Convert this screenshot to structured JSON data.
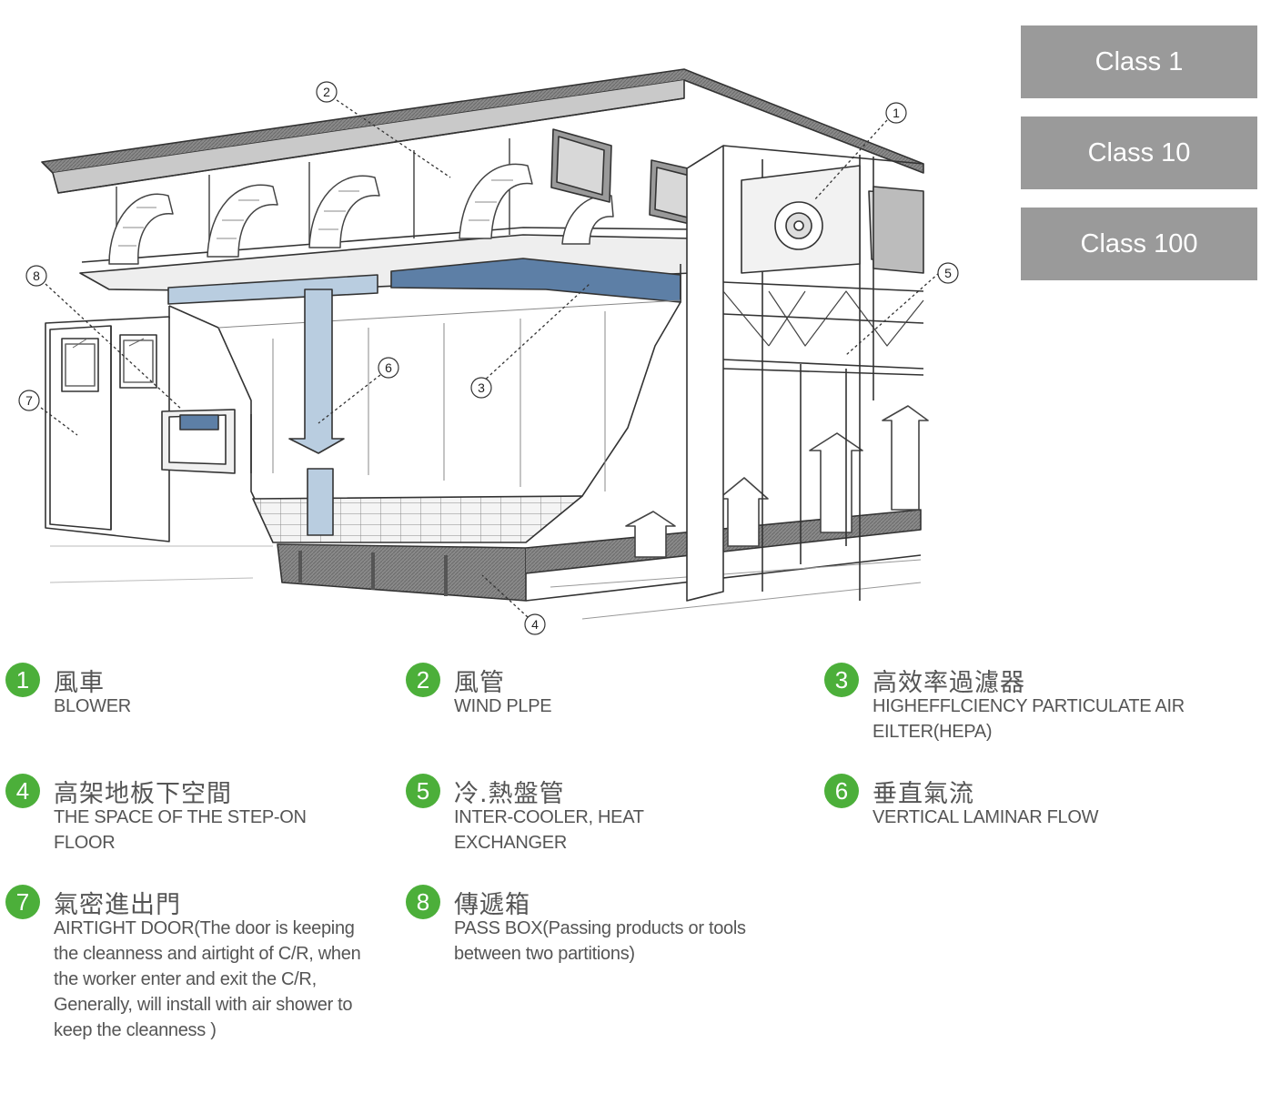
{
  "class_buttons": [
    {
      "label": "Class 1"
    },
    {
      "label": "Class 10"
    },
    {
      "label": "Class 100"
    }
  ],
  "callouts": [
    "①",
    "②",
    "③",
    "④",
    "⑤",
    "⑥",
    "⑦",
    "⑧"
  ],
  "legend": [
    {
      "num": "1",
      "zh": "風車",
      "en": "BLOWER"
    },
    {
      "num": "2",
      "zh": "風管",
      "en": "WIND PLPE"
    },
    {
      "num": "3",
      "zh": "高效率過濾器",
      "en": "HIGHEFFLCIENCY PARTICULATE AIR EILTER(HEPA)"
    },
    {
      "num": "4",
      "zh": "高架地板下空間",
      "en": "THE SPACE OF THE STEP-ON FLOOR"
    },
    {
      "num": "5",
      "zh": "冷.熱盤管",
      "en": "INTER-COOLER, HEAT EXCHANGER"
    },
    {
      "num": "6",
      "zh": "垂直氣流",
      "en": "VERTICAL LAMINAR FLOW"
    },
    {
      "num": "7",
      "zh": "氣密進出門",
      "en": "AIRTIGHT DOOR(The door is keeping the cleanness and airtight of C/R, when the worker enter and exit the C/R, Generally, will install with air shower to  keep the cleanness )"
    },
    {
      "num": "8",
      "zh": "傳遞箱",
      "en": "PASS BOX(Passing products or tools between two partitions)"
    }
  ],
  "colors": {
    "badge_green": "#4caf3a",
    "button_gray": "#9a9a9a",
    "hepa_blue": "#5d7fa6",
    "filter_light_blue": "#b9cde0"
  }
}
